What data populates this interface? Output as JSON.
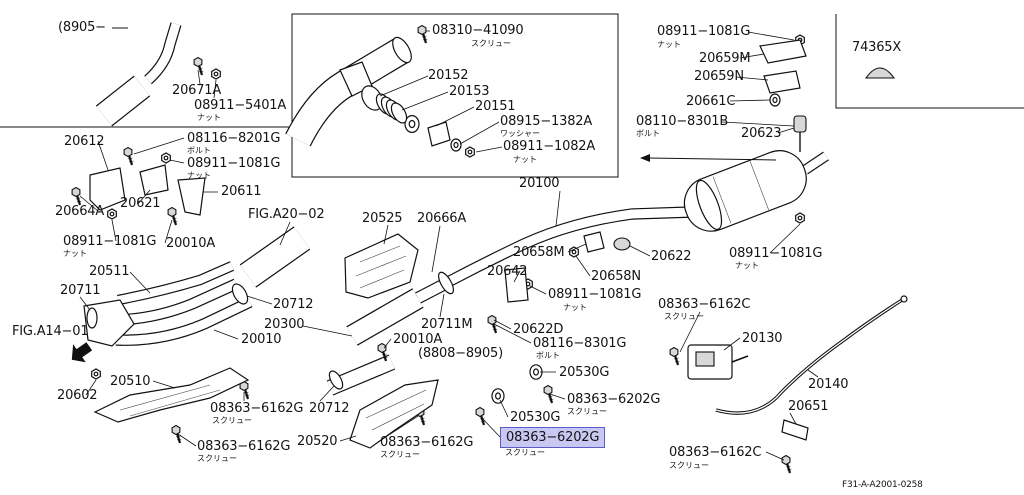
{
  "diagram": {
    "ranges": {
      "top_left": "(8905−",
      "center": "(8808−8905)"
    },
    "fig_refs": {
      "a20": "FIG.A20−02",
      "a14": "FIG.A14−01"
    },
    "drawing_code": "F31-A-A2001-0258",
    "highlight_color": "#c9c8f2"
  },
  "top_left": [
    {
      "number": "20671A"
    },
    {
      "number": "08911−5401A",
      "note": "ナット"
    }
  ],
  "inset": [
    {
      "number": "08310−41090",
      "note": "スクリュー"
    },
    {
      "number": "20152"
    },
    {
      "number": "20153"
    },
    {
      "number": "20151"
    },
    {
      "number": "08915−1382A",
      "note": "ワッシャー"
    },
    {
      "number": "08911−1082A",
      "note": "ナット"
    }
  ],
  "top_right": [
    {
      "number": "08911−1081G",
      "note": "ナット"
    },
    {
      "number": "20659M"
    },
    {
      "number": "20659N"
    },
    {
      "number": "20661C"
    },
    {
      "number": "08110−8301B",
      "note": "ボルト"
    },
    {
      "number": "20623"
    },
    {
      "number": "74365X"
    }
  ],
  "front": [
    {
      "number": "20612"
    },
    {
      "number": "08116−8201G",
      "note": "ボルト"
    },
    {
      "number": "08911−1081G",
      "note": "ナット"
    },
    {
      "number": "20611"
    },
    {
      "number": "20664A"
    },
    {
      "number": "20621"
    },
    {
      "number": "08911−1081G",
      "note": "ナット"
    },
    {
      "number": "20010A"
    },
    {
      "number": "20511"
    },
    {
      "number": "20711"
    },
    {
      "number": "20712"
    },
    {
      "number": "20300"
    },
    {
      "number": "20010"
    },
    {
      "number": "20602"
    },
    {
      "number": "20510"
    },
    {
      "number": "08363−6162G",
      "note": "スクリュー"
    },
    {
      "number": "08363−6162G",
      "note": "スクリュー"
    }
  ],
  "center": [
    {
      "number": "20100"
    },
    {
      "number": "20525"
    },
    {
      "number": "20666A"
    },
    {
      "number": "20658M"
    },
    {
      "number": "20642"
    },
    {
      "number": "20658N"
    },
    {
      "number": "20622"
    },
    {
      "number": "08911−1081G",
      "note": "ナット"
    },
    {
      "number": "08911−1081G",
      "note": "ナット"
    },
    {
      "number": "20711M"
    },
    {
      "number": "20622D"
    },
    {
      "number": "08116−8301G",
      "note": "ボルト"
    },
    {
      "number": "20010A"
    },
    {
      "number": "20530G"
    },
    {
      "number": "08363−6202G",
      "note": "スクリュー"
    },
    {
      "number": "20530G"
    },
    {
      "number": "08363−6202G",
      "note": "スクリュー",
      "highlighted": true
    },
    {
      "number": "20712"
    },
    {
      "number": "20520"
    },
    {
      "number": "08363−6162G",
      "note": "スクリュー"
    }
  ],
  "cable": [
    {
      "number": "08363−6162C",
      "note": "スクリュー"
    },
    {
      "number": "20130"
    },
    {
      "number": "20140"
    },
    {
      "number": "20651"
    },
    {
      "number": "08363−6162C",
      "note": "スクリュー"
    }
  ]
}
